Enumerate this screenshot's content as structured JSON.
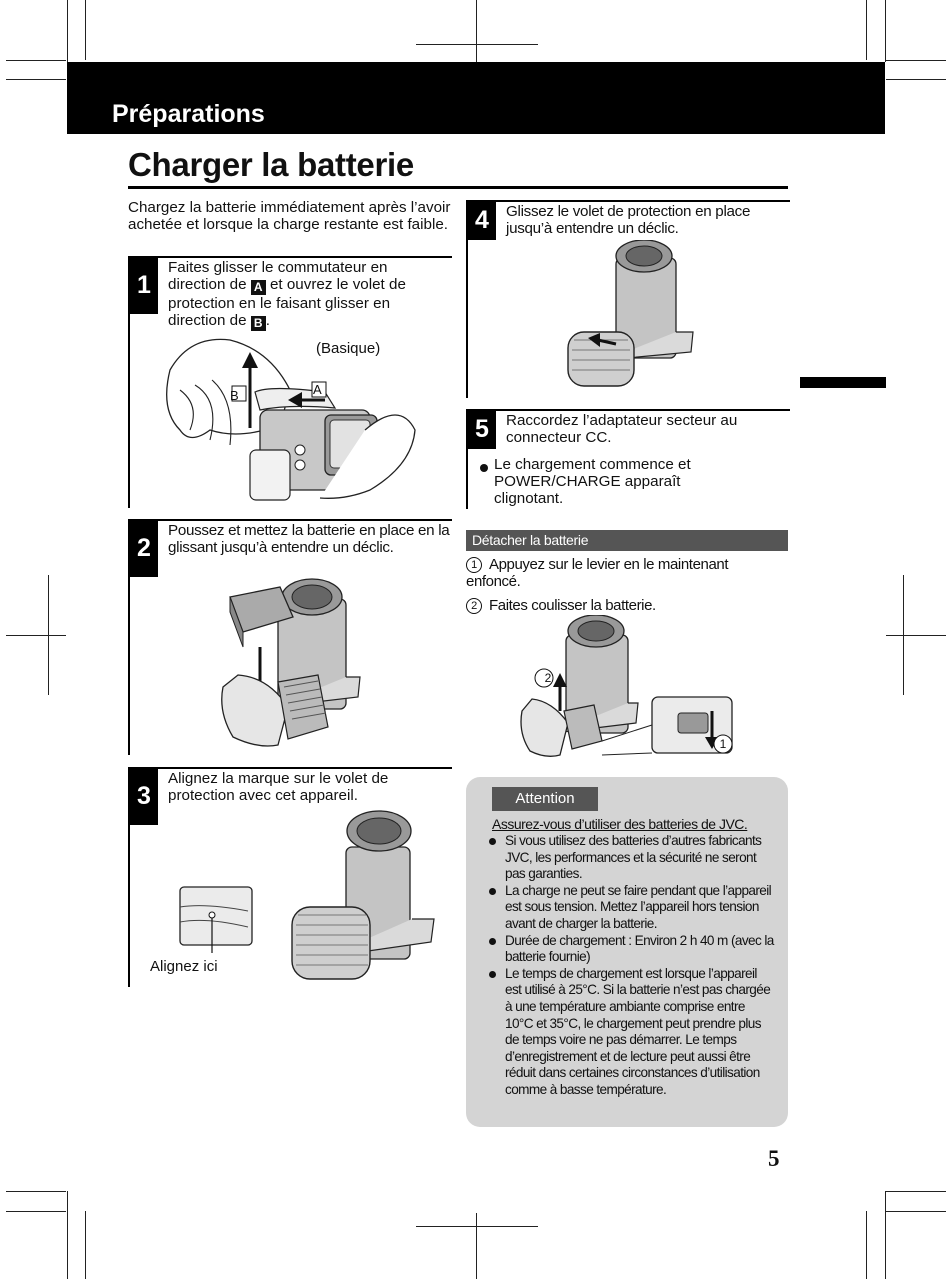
{
  "header": {
    "section_title": "Préparations"
  },
  "page_title": "Charger la batterie",
  "intro": "Chargez la batterie immédiatement après l’avoir achetée et lorsque la charge restante est faible.",
  "steps": [
    {
      "number": "1",
      "text_parts": [
        "Faites glisser le commutateur en direction de ",
        " et ouvrez le volet de protection en le faisant glisser en direction de ",
        "."
      ],
      "marker_a": "A",
      "marker_b": "B",
      "caption": "(Basique)"
    },
    {
      "number": "2",
      "text": "Poussez et mettez la batterie en place en la glissant jusqu’à entendre un déclic."
    },
    {
      "number": "3",
      "text": "Alignez la marque sur le volet de protection avec cet appareil.",
      "caption": "Alignez ici"
    },
    {
      "number": "4",
      "text": "Glissez le volet de protection en place jusqu’à entendre un déclic."
    },
    {
      "number": "5",
      "text": "Raccordez l’adaptateur secteur au connecteur CC.",
      "bullet": "Le chargement commence et POWER/CHARGE apparaît clignotant."
    }
  ],
  "detach": {
    "title": "Détacher la batterie",
    "steps": [
      {
        "num": "1",
        "text": "Appuyez sur le levier en le maintenant enfoncé."
      },
      {
        "num": "2",
        "text": "Faites coulisser la batterie."
      }
    ],
    "callout_1": "1",
    "callout_2": "2"
  },
  "attention": {
    "label": "Attention",
    "heading": "Assurez-vous d’utiliser des batteries de JVC.",
    "items": [
      "Si vous utilisez des batteries d’autres fabricants JVC, les performances et la sécurité ne seront pas garanties.",
      "La charge ne peut se faire pendant que l’appareil est sous tension. Mettez l’appareil hors tension avant de charger la batterie.",
      "Durée de chargement : Environ 2 h 40 m (avec la batterie fournie)",
      "Le temps de chargement est lorsque l’appareil est utilisé à 25°C. Si la batterie n’est pas chargée à une température ambiante comprise entre 10°C et 35°C, le chargement peut prendre plus de temps voire ne pas démarrer. Le temps d’enregistrement et de lecture peut aussi être réduit dans certaines circonstances d’utilisation comme à basse température."
    ]
  },
  "page_number": "5"
}
